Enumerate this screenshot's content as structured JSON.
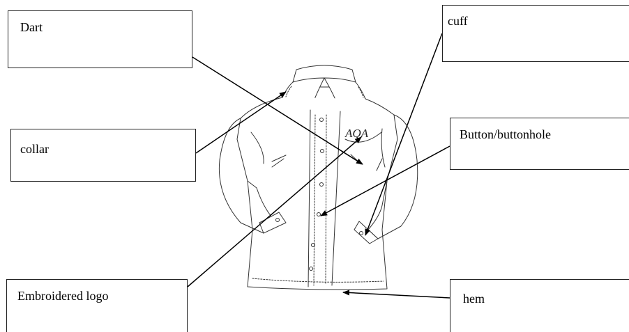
{
  "labels": {
    "dart": "Dart",
    "collar": "collar",
    "embroidered_logo": "Embroidered logo",
    "cuff": "cuff",
    "button": "Button/buttonhole",
    "hem": "hem"
  },
  "logo_text": "AQA"
}
